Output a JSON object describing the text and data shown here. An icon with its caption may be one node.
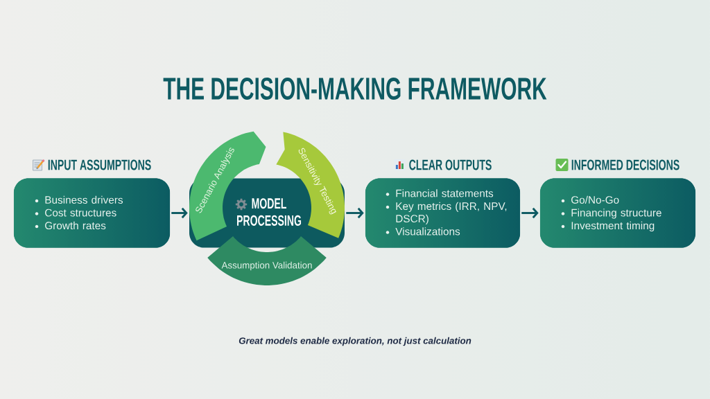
{
  "diagram": {
    "title": "THE DECISION-MAKING FRAMEWORK",
    "caption": "Great models enable exploration, not just calculation",
    "nodes": [
      {
        "text": [
          "INPUT ASSUMPTIONS",
          "Business drivers",
          "Cost structures",
          "Growth rates"
        ]
      },
      {
        "text": [
          "MODEL PROCESSING"
        ]
      },
      {
        "text": [
          "Scenario Analysis"
        ]
      },
      {
        "text": [
          "Sensitivity Testing"
        ]
      },
      {
        "text": [
          "Assumption Validation"
        ]
      },
      {
        "text": [
          "CLEAR OUTPUTS",
          "Financial statements",
          "Key metrics (IRR, NPV, DSCR)",
          "Visualizations"
        ]
      },
      {
        "text": [
          "INFORMED DECISIONS",
          "Go/No-Go",
          "Financing structure",
          "Investment timing"
        ]
      }
    ],
    "edges": [
      {
        "from": 0,
        "to": 1,
        "arrow": "to"
      },
      {
        "from": 1,
        "to": 5,
        "arrow": "to"
      },
      {
        "from": 5,
        "to": 6,
        "arrow": "to"
      }
    ]
  }
}
